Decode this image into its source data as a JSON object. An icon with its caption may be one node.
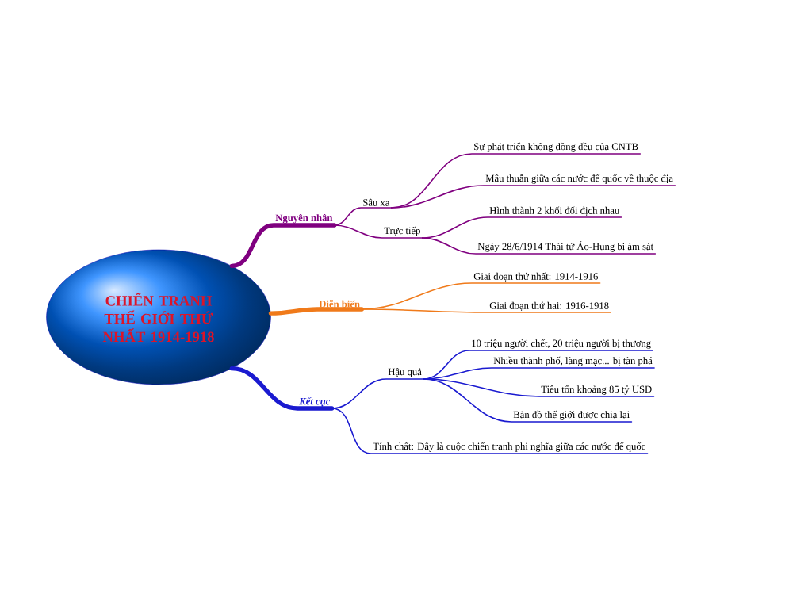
{
  "diagram": {
    "nodes": [
      {
        "text": [
          "CHIẾN TRANH THẾ GIỚI THỨ NHẤT 1914-1918"
        ]
      },
      {
        "text": [
          "Nguyên nhân"
        ]
      },
      {
        "text": [
          "Sâu xa"
        ]
      },
      {
        "text": [
          "Sự phát triển không đồng đều của CNTB"
        ]
      },
      {
        "text": [
          "Mâu thuẫn giữa các nước đế quốc về thuộc địa"
        ]
      },
      {
        "text": [
          "Trực tiếp"
        ]
      },
      {
        "text": [
          "Hình thành 2 khối đối địch nhau"
        ]
      },
      {
        "text": [
          "Ngày 28/6/1914 Thái tử Áo-Hung bị ám sát"
        ]
      },
      {
        "text": [
          "Diễn biến"
        ]
      },
      {
        "text": [
          "Giai đoạn thứ nhất: 1914-1916"
        ]
      },
      {
        "text": [
          "Giai đoạn thứ hai: 1916-1918"
        ]
      },
      {
        "text": [
          "Kết cục"
        ]
      },
      {
        "text": [
          "Hậu quả"
        ]
      },
      {
        "text": [
          "10 triệu người chết, 20 triệu người bị thương"
        ]
      },
      {
        "text": [
          "Nhiều thành phố, làng mạc... bị tàn phá"
        ]
      },
      {
        "text": [
          "Tiêu tốn khoảng 85 tỷ USD"
        ]
      },
      {
        "text": [
          "Bản đồ thế giới được chia lại"
        ]
      },
      {
        "text": [
          "Tính chất: Đây là cuộc chiến tranh phi nghĩa giữa các nước đế quốc"
        ]
      }
    ],
    "edges": [
      {
        "from": 0,
        "to": 1,
        "arrow": "none",
        "style": "thick",
        "color": "#800080"
      },
      {
        "from": 1,
        "to": 2,
        "arrow": "none",
        "color": "#800080"
      },
      {
        "from": 2,
        "to": 3,
        "arrow": "none",
        "color": "#800080"
      },
      {
        "from": 2,
        "to": 4,
        "arrow": "none",
        "color": "#800080"
      },
      {
        "from": 1,
        "to": 5,
        "arrow": "none",
        "color": "#800080"
      },
      {
        "from": 5,
        "to": 6,
        "arrow": "none",
        "color": "#800080"
      },
      {
        "from": 5,
        "to": 7,
        "arrow": "none",
        "color": "#800080"
      },
      {
        "from": 0,
        "to": 8,
        "arrow": "none",
        "style": "thick",
        "color": "#f07a1a"
      },
      {
        "from": 8,
        "to": 9,
        "arrow": "none",
        "color": "#f07a1a"
      },
      {
        "from": 8,
        "to": 10,
        "arrow": "none",
        "color": "#f07a1a"
      },
      {
        "from": 0,
        "to": 11,
        "arrow": "none",
        "style": "thick",
        "color": "#1a1ad0"
      },
      {
        "from": 11,
        "to": 12,
        "arrow": "none",
        "color": "#1a1ad0"
      },
      {
        "from": 12,
        "to": 13,
        "arrow": "none",
        "color": "#1a1ad0"
      },
      {
        "from": 12,
        "to": 14,
        "arrow": "none",
        "color": "#1a1ad0"
      },
      {
        "from": 12,
        "to": 15,
        "arrow": "none",
        "color": "#1a1ad0"
      },
      {
        "from": 12,
        "to": 16,
        "arrow": "none",
        "color": "#1a1ad0"
      },
      {
        "from": 11,
        "to": 17,
        "arrow": "none",
        "color": "#1a1ad0"
      }
    ]
  }
}
